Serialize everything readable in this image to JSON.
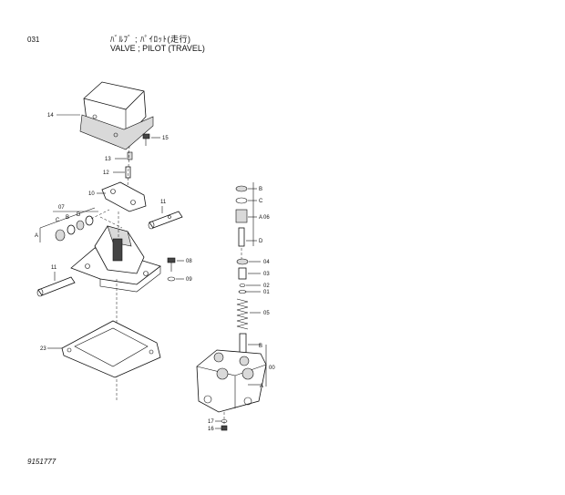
{
  "header": {
    "page_code": "031",
    "title_jp": "ﾊﾞﾙﾌﾞ ; ﾊﾟｲﾛｯﾄ(走行)",
    "title_en": "VALVE ; PILOT (TRAVEL)"
  },
  "footer": {
    "drawing_code": "9151777"
  },
  "callouts": {
    "c14": "14",
    "c15": "15",
    "c13": "13",
    "c12": "12",
    "c10": "10",
    "c11a": "11",
    "c07": "07",
    "cC": "C",
    "cB": "B",
    "cD": "D",
    "cA": "A",
    "c11b": "11",
    "c08": "08",
    "c09": "09",
    "c23": "23",
    "rB1": "B",
    "rC": "C",
    "rA": "A",
    "rD": "D",
    "c06": "06",
    "c04": "04",
    "c03": "03",
    "c02": "02",
    "c01": "01",
    "c05": "05",
    "rB2": "B",
    "c00": "00",
    "rA2": "A",
    "c17": "17",
    "c16": "16"
  }
}
